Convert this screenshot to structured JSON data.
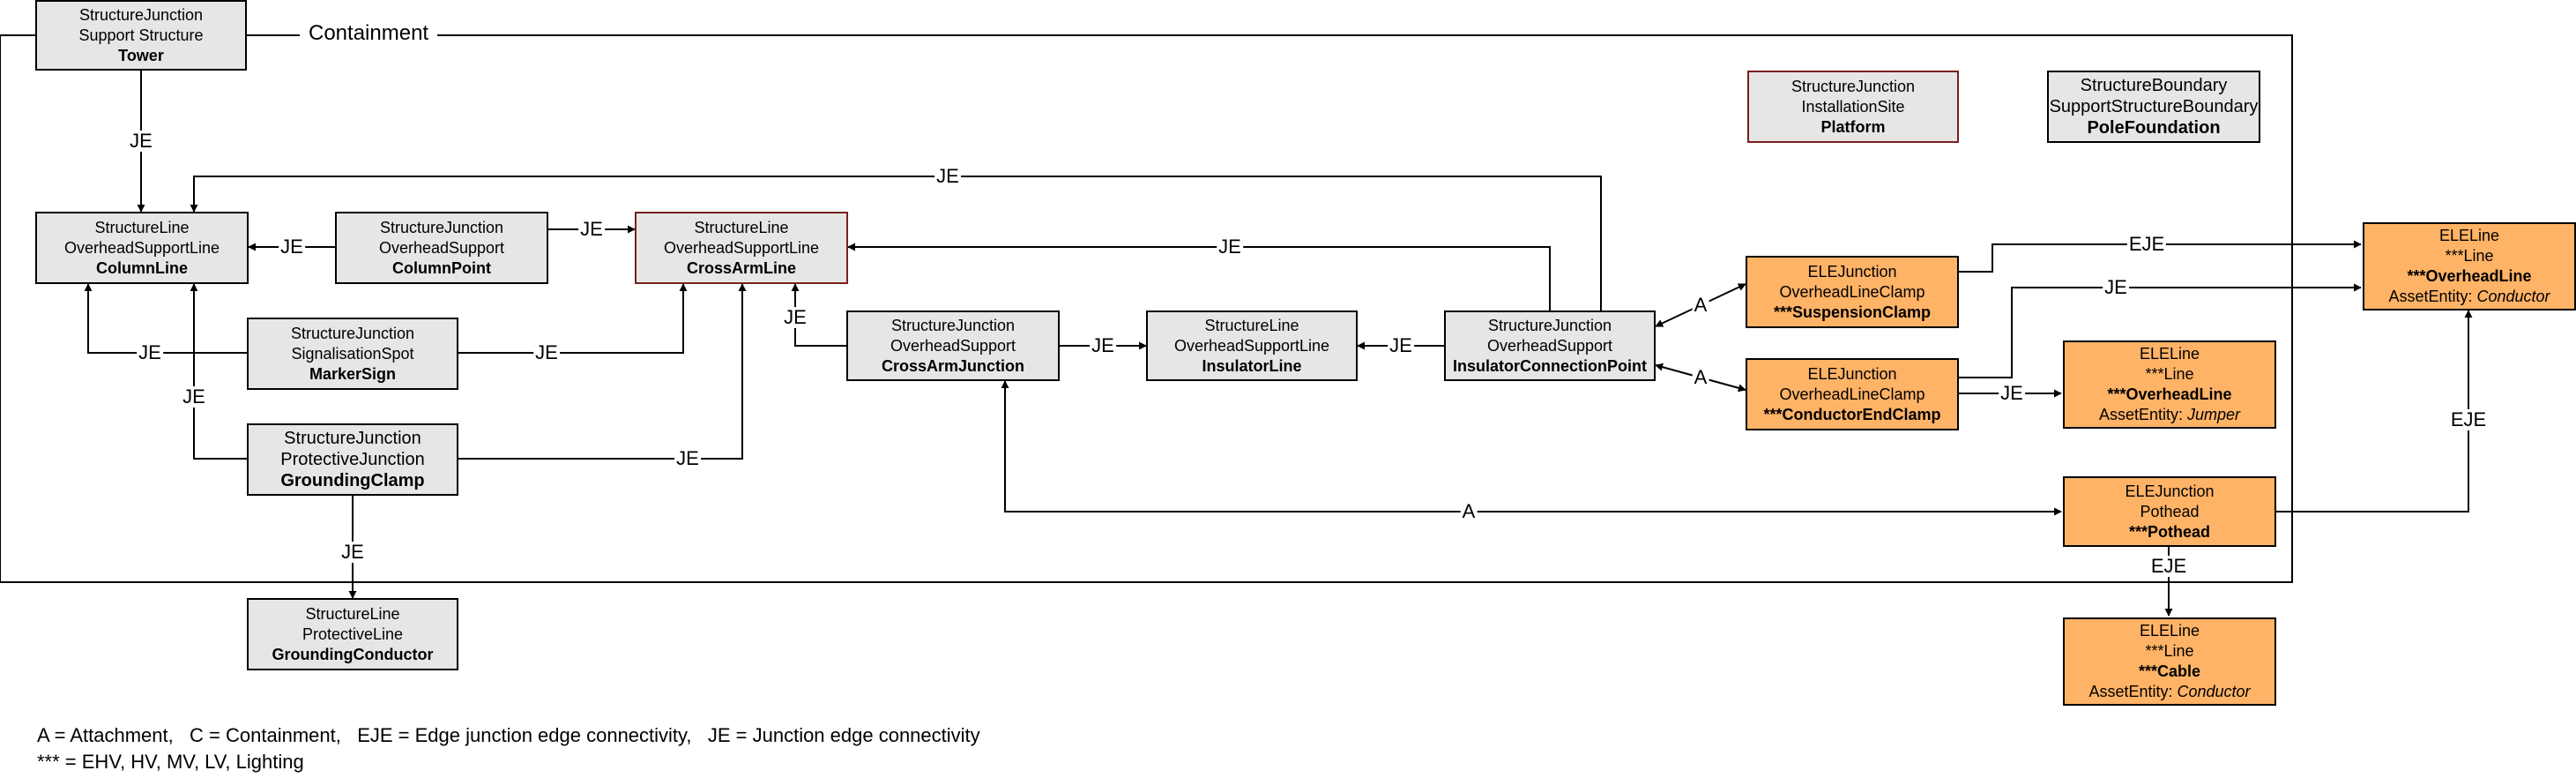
{
  "containment_title": "Containment",
  "nodes": {
    "tower": {
      "l1": "StructureJunction",
      "l2": "Support Structure",
      "l3": "Tower"
    },
    "column_line": {
      "l1": "StructureLine",
      "l2": "OverheadSupportLine",
      "l3": "ColumnLine"
    },
    "column_point": {
      "l1": "StructureJunction",
      "l2": "OverheadSupport",
      "l3": "ColumnPoint"
    },
    "cross_arm_line": {
      "l1": "StructureLine",
      "l2": "OverheadSupportLine",
      "l3": "CrossArmLine"
    },
    "marker_sign": {
      "l1": "StructureJunction",
      "l2": "SignalisationSpot",
      "l3": "MarkerSign"
    },
    "grounding_clamp": {
      "l1": "StructureJunction",
      "l2": "ProtectiveJunction",
      "l3": "GroundingClamp"
    },
    "grounding_conductor": {
      "l1": "StructureLine",
      "l2": "ProtectiveLine",
      "l3": "GroundingConductor"
    },
    "cross_arm_junction": {
      "l1": "StructureJunction",
      "l2": "OverheadSupport",
      "l3": "CrossArmJunction"
    },
    "insulator_line": {
      "l1": "StructureLine",
      "l2": "OverheadSupportLine",
      "l3": "InsulatorLine"
    },
    "insulator_connection_point": {
      "l1": "StructureJunction",
      "l2": "OverheadSupport",
      "l3": "InsulatorConnectionPoint"
    },
    "platform": {
      "l1": "StructureJunction",
      "l2": "InstallationSite",
      "l3": "Platform"
    },
    "pole_foundation": {
      "l1": "StructureBoundary",
      "l2": "SupportStructureBoundary",
      "l3": "PoleFoundation"
    },
    "suspension_clamp": {
      "l1": "ELEJunction",
      "l2": "OverheadLineClamp",
      "l3": "***SuspensionClamp"
    },
    "conductor_end_clamp": {
      "l1": "ELEJunction",
      "l2": "OverheadLineClamp",
      "l3": "***ConductorEndClamp"
    },
    "overhead_line_conductor": {
      "l1": "ELELine",
      "l2": "***Line",
      "l3": "***OverheadLine",
      "ae_label": "AssetEntity:",
      "ae_value": "Conductor"
    },
    "overhead_line_jumper": {
      "l1": "ELELine",
      "l2": "***Line",
      "l3": "***OverheadLine",
      "ae_label": "AssetEntity:",
      "ae_value": "Jumper"
    },
    "pothead": {
      "l1": "ELEJunction",
      "l2": "Pothead",
      "l3": "***Pothead"
    },
    "cable": {
      "l1": "ELELine",
      "l2": "***Line",
      "l3": "***Cable",
      "ae_label": "AssetEntity:",
      "ae_value": "Conductor"
    }
  },
  "edge_labels": {
    "je": "JE",
    "eje": "EJE",
    "a": "A"
  },
  "legend": {
    "line1": "A = Attachment,   C = Containment,   EJE = Edge junction edge connectivity,   JE = Junction edge connectivity",
    "line2": "*** = EHV, HV, MV, LV, Lighting"
  },
  "colors": {
    "structure_fill": "#e6e6e6",
    "electric_fill": "#ffb366",
    "highlight_border": "#7a1f1f"
  }
}
